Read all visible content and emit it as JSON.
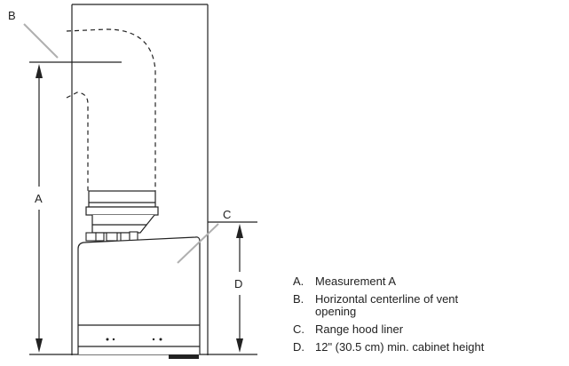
{
  "callouts": {
    "a": "A",
    "b": "B",
    "c": "C",
    "d": "D"
  },
  "legend": [
    {
      "key": "A.",
      "text": "Measurement A"
    },
    {
      "key": "B.",
      "text": "Horizontal centerline of vent opening"
    },
    {
      "key": "C.",
      "text": "Range hood liner"
    },
    {
      "key": "D.",
      "text": "12\" (30.5 cm) min. cabinet height"
    }
  ],
  "colors": {
    "line": "#222222",
    "leader": "#b0b0b0",
    "fill": "#ffffff"
  }
}
